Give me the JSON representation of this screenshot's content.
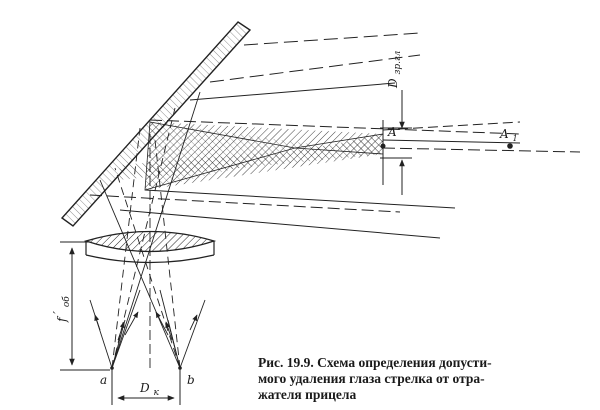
{
  "labels": {
    "d_eye": "D",
    "d_eye_sub": "зр.гл",
    "point_a_upper": "A",
    "point_a1": "A",
    "point_a1_sub": "1",
    "f_ob": "f",
    "f_ob_sub": "об",
    "f_ob_prime": "′",
    "point_a": "a",
    "point_b": "b",
    "d_k": "D",
    "d_k_sub": "к"
  },
  "caption": {
    "line1": "Рис. 19.9. Схема определения допусти-",
    "line2": "мого удаления глаза стрелка от отра-",
    "line3": "жателя прицела"
  }
}
